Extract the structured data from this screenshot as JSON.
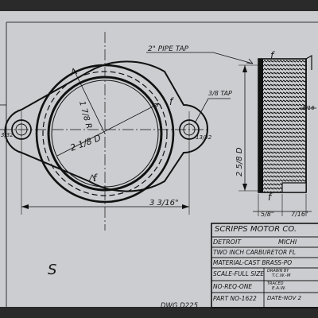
{
  "drawing": {
    "labels": {
      "pipe_tap": "2\" PIPE TAP",
      "small_tap": "3/8 TAP",
      "radius": "1 7/8 R",
      "bore_dia": "2 1/8 D",
      "overall_width": "3 3/16\"",
      "hole_dia": "13/32",
      "left_hole": "3/32",
      "side_height": "2 5/8 D",
      "side_3_16": "3/16",
      "side_5_8": "5/8\"",
      "side_7_16": "7/16\"",
      "finish_mark": "f",
      "margin_mark": "S"
    }
  },
  "title_block": {
    "company": "SCRIPPS MOTOR CO.",
    "city": "DETROIT",
    "state": "MICHI",
    "part_name": "TWO INCH CARBURETOR FL",
    "material": "MATERIAL-CAST BRASS-PO",
    "scale": "SCALE-FULL SIZE",
    "drawn_by": "DRAWN BY",
    "drawn_initials": "T.C.W.-M",
    "required": "NO-REQ-ONE",
    "traced_by": "TRACED",
    "traced_initials": "E.A.W.",
    "part_no": "PART NO-1622",
    "date": "DATE-NOV 2"
  },
  "drawing_number": "DWG D225"
}
